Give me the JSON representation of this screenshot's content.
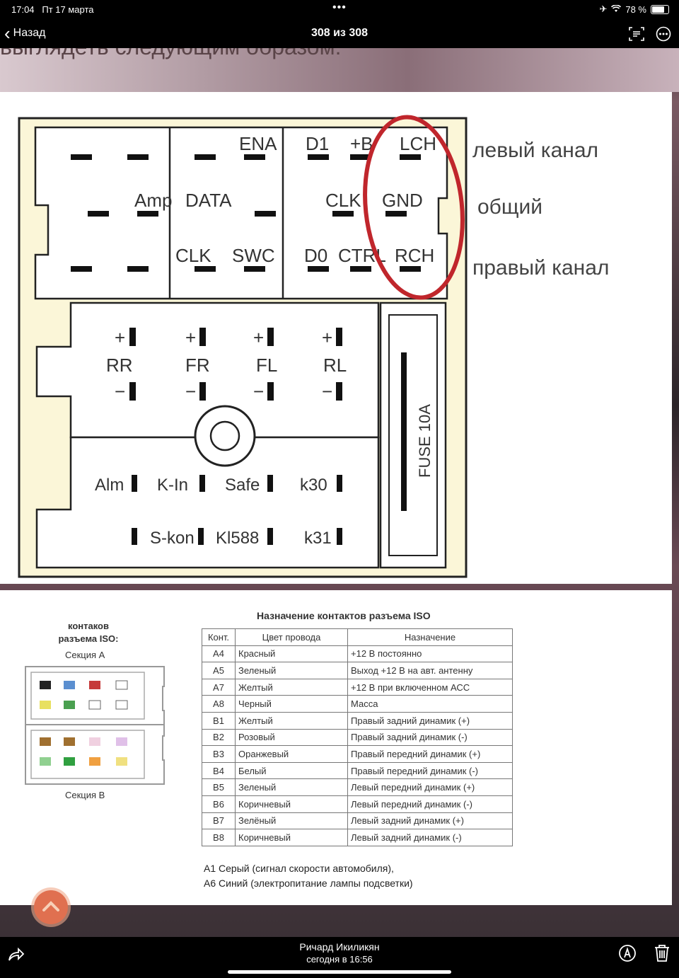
{
  "status": {
    "time": "17:04",
    "date": "Пт 17 марта",
    "battery": "78 %"
  },
  "nav": {
    "back_label": "Назад",
    "counter": "308 из 308"
  },
  "page_text_top": "выглядеть следующим образом:",
  "connector": {
    "top_labels": [
      "ENA",
      "D1",
      "+B",
      "LCH",
      "Amp",
      "DATA",
      "CLK",
      "GND",
      "CLK",
      "SWC",
      "D0",
      "CTRL",
      "RCH"
    ],
    "speakers": [
      "RR",
      "FR",
      "FL",
      "RL"
    ],
    "plus": "+",
    "minus": "−",
    "bottom_row1": [
      "Alm",
      "K-In",
      "Safe",
      "k30"
    ],
    "bottom_row2": [
      "S-kon",
      "Kl588",
      "k31"
    ],
    "fuse": "FUSE 10A"
  },
  "annotations": {
    "left_channel": "левый канал",
    "common": "общий",
    "right_channel": "правый канал"
  },
  "iso": {
    "title_line1": "контаков",
    "title_line2": "разъема ISO:",
    "section_a": "Секция А",
    "section_b": "Секция В",
    "table_title": "Назначение контактов разъема ISO",
    "headers": [
      "Конт.",
      "Цвет провода",
      "Назначение"
    ],
    "rows": [
      [
        "А4",
        "Красный",
        "+12 В постоянно"
      ],
      [
        "А5",
        "Зеленый",
        "Выход +12 В на авт. антенну"
      ],
      [
        "А7",
        "Желтый",
        "+12 В при включенном АСС"
      ],
      [
        "А8",
        "Черный",
        "Масса"
      ],
      [
        "В1",
        "Желтый",
        "Правый задний динамик (+)"
      ],
      [
        "В2",
        "Розовый",
        "Правый задний динамик (-)"
      ],
      [
        "В3",
        "Оранжевый",
        "Правый передний динамик (+)"
      ],
      [
        "В4",
        "Белый",
        "Правый передний динамик (-)"
      ],
      [
        "В5",
        "Зеленый",
        "Левый передний динамик (+)"
      ],
      [
        "В6",
        "Коричневый",
        "Левый передний динамик (-)"
      ],
      [
        "В7",
        "Зелёный",
        "Левый задний динамик (+)"
      ],
      [
        "В8",
        "Коричневый",
        "Левый задний динамик (-)"
      ]
    ],
    "footnote1": "А1 Серый (сигнал скорости автомобиля),",
    "footnote2": "А6 Синий (электропитание лампы подсветки)"
  },
  "toolbar": {
    "author": "Ричард Икиликян",
    "posted": "сегодня в 16:56"
  },
  "icons": [
    "share-icon",
    "markup-icon",
    "trash-icon",
    "chevron-left-icon",
    "text-recognition-icon",
    "more-icon",
    "chevron-up-icon"
  ]
}
